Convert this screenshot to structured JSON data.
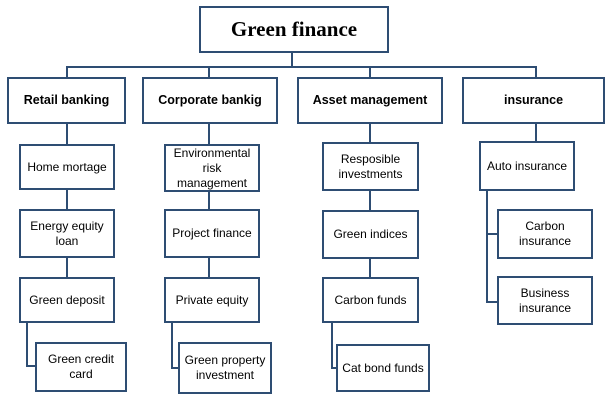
{
  "root": {
    "label": "Green finance"
  },
  "categories": [
    {
      "label": "Retail banking",
      "items": [
        "Home mortage",
        "Energy equity loan",
        "Green deposit",
        "Green credit card"
      ]
    },
    {
      "label": "Corporate bankig",
      "items": [
        "Environmental risk management",
        "Project finance",
        "Private equity",
        "Green property investment"
      ]
    },
    {
      "label": "Asset management",
      "items": [
        "Resposible investments",
        "Green indices",
        "Carbon funds",
        "Cat bond funds"
      ]
    },
    {
      "label": "insurance",
      "items": [
        "Auto insurance",
        "Carbon insurance",
        "Business insurance"
      ]
    }
  ],
  "colors": {
    "border": "#2e4d73",
    "background": "#ffffff"
  }
}
